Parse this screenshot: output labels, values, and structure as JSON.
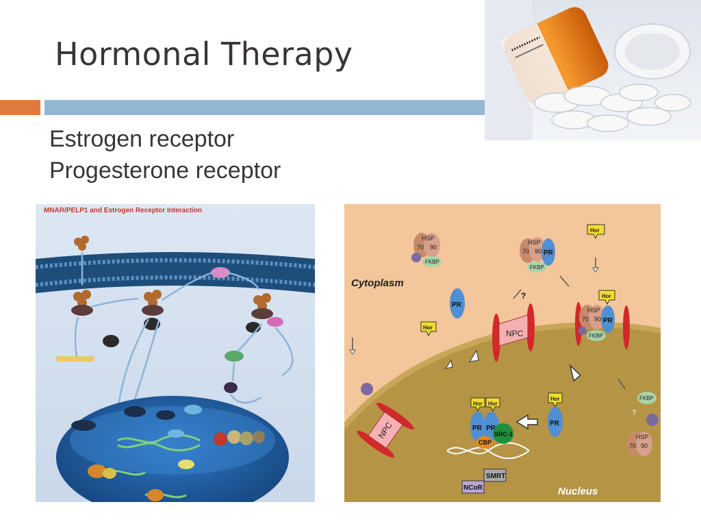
{
  "slide": {
    "title": "Hormonal Therapy",
    "lines": [
      "Estrogen receptor",
      "Progesterone receptor"
    ]
  },
  "left_diagram": {
    "title": "MNAR/PELP1 and Estrogen Receptor Interaction"
  },
  "right_diagram": {
    "cytoplasm": "Cytoplasm",
    "nucleus": "Nucleus",
    "hsp": "HSP",
    "n70": "70",
    "n90": "90",
    "fkbp": "FKBP",
    "pr": "PR",
    "hor": "Hor",
    "npc": "NPC",
    "cbp": "CBP",
    "src1": "SRC-1",
    "smrt": "SMRT",
    "ncor": "NCoR",
    "q": "?"
  },
  "colors": {
    "accent_orange": "#e07a3c",
    "accent_blue": "#93b6d3"
  }
}
